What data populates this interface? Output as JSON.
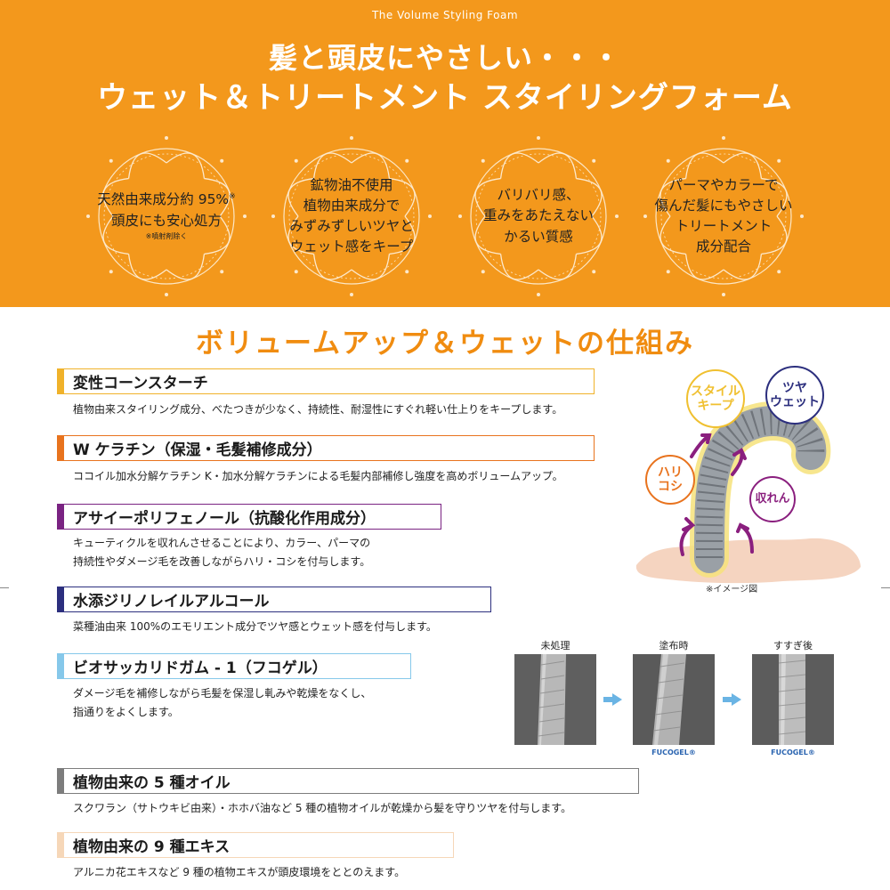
{
  "banner": {
    "subtitle": "The Volume Styling Foam",
    "headline_line1": "髪と頭皮にやさしい・・・",
    "headline_line2": "ウェット＆トリートメント スタイリングフォーム",
    "badges": [
      {
        "lines": [
          "天然由来成分約 95%",
          "頭皮にも安心処方"
        ],
        "mark": "※",
        "note": "※噴射剤除く"
      },
      {
        "lines": [
          "鉱物油不使用",
          "植物由来成分で",
          "みずみずしいツヤと",
          "ウェット感をキープ"
        ]
      },
      {
        "lines": [
          "バリバリ感、",
          "重みをあたえない",
          "かるい質感"
        ]
      },
      {
        "lines": [
          "パーマやカラーで",
          "傷んだ髪にもやさしい",
          "トリートメント",
          "成分配合"
        ]
      }
    ]
  },
  "section_title": "ボリュームアップ＆ウェットの仕組み",
  "colors": {
    "banner": "#f3981c",
    "title": "#f08c10",
    "ing1": "#f0b22a",
    "ing2": "#e8731e",
    "ing3": "#7a2382",
    "ing4": "#2c2f7e",
    "ing5": "#86c8ea",
    "ing6": "#7d7d7d",
    "ing7": "#f6d7b8"
  },
  "ingredients": [
    {
      "title": "変性コーンスターチ",
      "desc": [
        "植物由来スタイリング成分、べたつきが少なく、持続性、耐湿性にすぐれ軽い仕上りをキープします。"
      ]
    },
    {
      "title": "W ケラチン（保湿・毛髪補修成分）",
      "desc": [
        "ココイル加水分解ケラチン K・加水分解ケラチンによる毛髪内部補修し強度を高めボリュームアップ。"
      ]
    },
    {
      "title": "アサイーポリフェノール（抗酸化作用成分）",
      "desc": [
        "キューティクルを収れんさせることにより、カラー、パーマの",
        "持続性やダメージ毛を改善しながらハリ・コシを付与します。"
      ]
    },
    {
      "title": "水添ジリノレイルアルコール",
      "desc": [
        "菜種油由来 100%のエモリエント成分でツヤ感とウェット感を付与します。"
      ]
    },
    {
      "title": "ビオサッカリドガム - 1（フコゲル）",
      "desc": [
        "ダメージ毛を補修しながら毛髪を保湿し軋みや乾燥をなくし、",
        "指通りをよくします。"
      ]
    },
    {
      "title": "植物由来の 5 種オイル",
      "desc": [
        "スクワラン（サトウキビ由来）・ホホバ油など 5 種の植物オイルが乾燥から髪を守りツヤを付与します。"
      ]
    },
    {
      "title": "植物由来の 9 種エキス",
      "desc": [
        "アルニカ花エキスなど 9 種の植物エキスが頭皮環境をととのえます。"
      ]
    }
  ],
  "diagram": {
    "bubble_style": [
      "スタイル",
      "キープ"
    ],
    "bubble_gloss": [
      "ツヤ",
      "ウェット"
    ],
    "bubble_hari": [
      "ハリ",
      "コシ"
    ],
    "bubble_astringent": "収れん",
    "caption": "※イメージ図"
  },
  "photos": [
    {
      "label": "未処理",
      "brand": ""
    },
    {
      "label": "塗布時",
      "brand": "FUCOGEL®"
    },
    {
      "label": "すすぎ後",
      "brand": "FUCOGEL®"
    }
  ]
}
